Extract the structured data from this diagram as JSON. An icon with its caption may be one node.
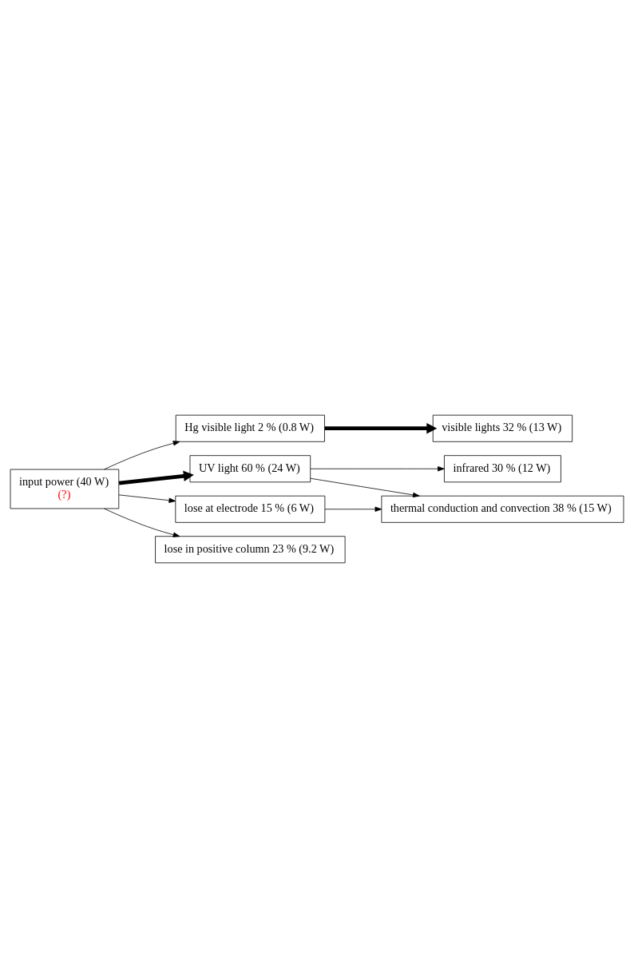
{
  "diagram": {
    "nodes": [
      {
        "text": [
          "input power (40 W)",
          "(?)"
        ]
      },
      {
        "text": [
          "Hg visible light 2 % (0.8 W)"
        ]
      },
      {
        "text": [
          "UV light 60 % (24 W)"
        ]
      },
      {
        "text": [
          "lose at electrode 15 % (6 W)"
        ]
      },
      {
        "text": [
          "lose in positive column 23 % (9.2 W)"
        ]
      },
      {
        "text": [
          "visible lights 32 % (13 W)"
        ]
      },
      {
        "text": [
          "infrared 30 % (12 W)"
        ]
      },
      {
        "text": [
          "thermal conduction and convection 38 % (15 W)"
        ]
      }
    ],
    "edges": [
      {
        "from": 0,
        "to": 1,
        "arrow": "to"
      },
      {
        "from": 0,
        "to": 2,
        "arrow": "to",
        "style": "thick"
      },
      {
        "from": 0,
        "to": 3,
        "arrow": "to"
      },
      {
        "from": 0,
        "to": 4,
        "arrow": "to"
      },
      {
        "from": 1,
        "to": 5,
        "arrow": "to",
        "style": "thick"
      },
      {
        "from": 2,
        "to": 6,
        "arrow": "to"
      },
      {
        "from": 2,
        "to": 7,
        "arrow": "to"
      },
      {
        "from": 3,
        "to": 7,
        "arrow": "to"
      }
    ]
  }
}
